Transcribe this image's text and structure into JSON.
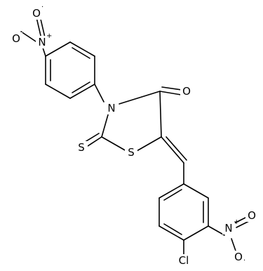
{
  "molecule": {
    "atoms": {
      "nitro1_O_top": "O",
      "nitro1_charge": "·",
      "nitro1_N": "N",
      "nitro1_N_charge": "+",
      "nitro1_O_left": "O",
      "ring_N": "N",
      "carbonyl_O": "O",
      "thioxo_S": "S",
      "ring_S": "S",
      "nitro2_N": "N",
      "nitro2_N_charge": "+",
      "nitro2_O_right": "O",
      "nitro2_O_bottom": "O",
      "nitro2_charge": "·",
      "chloro": "Cl"
    }
  }
}
